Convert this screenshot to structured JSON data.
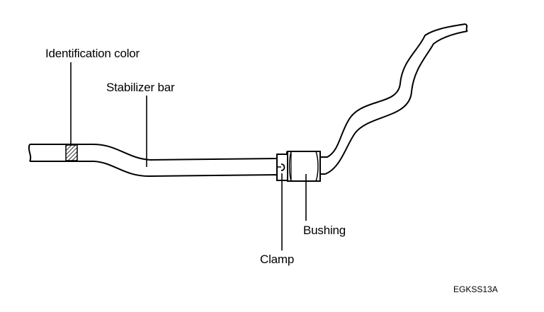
{
  "labels": {
    "identification_color": "Identification color",
    "stabilizer_bar": "Stabilizer bar",
    "bushing": "Bushing",
    "clamp": "Clamp",
    "figure_code": "EGKSS13A"
  },
  "colors": {
    "ink": "#000000",
    "paper": "#ffffff"
  }
}
